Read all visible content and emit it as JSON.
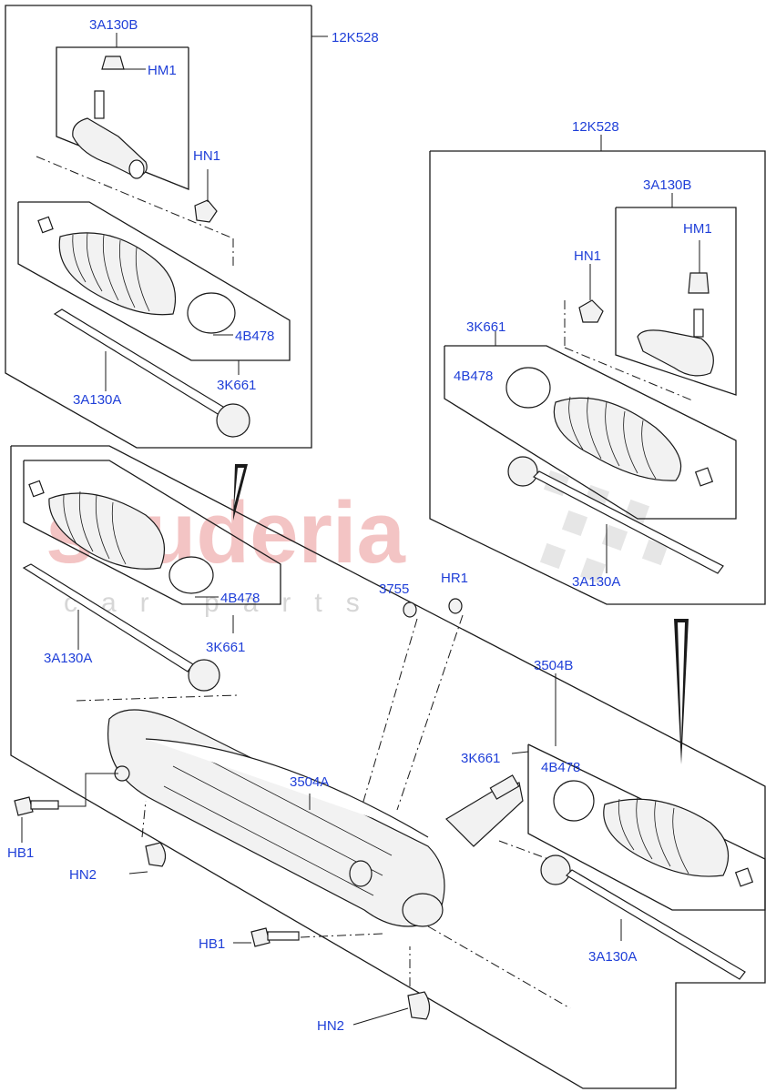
{
  "watermark": {
    "brand": "scuderia",
    "tagline": "car parts"
  },
  "labels": {
    "group_top_left": "12K528",
    "group_right": "12K528",
    "tie_rod_end_tl": "3A130B",
    "tie_rod_end_r": "3A130B",
    "hm1_tl": "HM1",
    "hm1_r": "HM1",
    "hn1_tl": "HN1",
    "hn1_r": "HN1",
    "clip_tl": "4B478",
    "clip_r": "4B478",
    "clip_ml": "4B478",
    "clip_br": "4B478",
    "boot_kit_tl": "3K661",
    "boot_kit_r": "3K661",
    "boot_kit_ml": "3K661",
    "boot_kit_br": "3K661",
    "inner_rod_tl": "3A130A",
    "inner_rod_r": "3A130A",
    "inner_rod_ml": "3A130A",
    "inner_rod_br": "3A130A",
    "seal_3755": "3755",
    "hr1": "HR1",
    "rack_assembly": "3504B",
    "rack_gear": "3504A",
    "hb1_left": "HB1",
    "hb1_center": "HB1",
    "hn2_left": "HN2",
    "hn2_bottom": "HN2"
  }
}
